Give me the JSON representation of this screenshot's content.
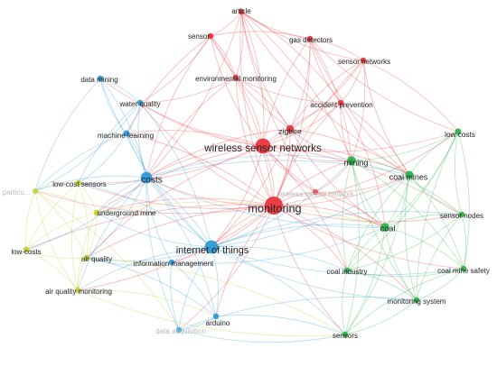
{
  "colors": {
    "red": "#e8363f",
    "blue": "#2e9ad6",
    "green": "#2fb34a",
    "yellow": "#c4cd2e"
  },
  "nodes": [
    {
      "id": "article",
      "label": "article",
      "cluster": "red",
      "weight": 1
    },
    {
      "id": "sensor",
      "label": "sensor",
      "cluster": "red",
      "weight": 1
    },
    {
      "id": "gas_detectors",
      "label": "gas detectors",
      "cluster": "red",
      "weight": 1
    },
    {
      "id": "environmental_monitoring",
      "label": "environmental monitoring",
      "cluster": "red",
      "weight": 1
    },
    {
      "id": "sensor_networks",
      "label": "sensor networks",
      "cluster": "red",
      "weight": 1
    },
    {
      "id": "accident_prevention",
      "label": "accident prevention",
      "cluster": "red",
      "weight": 1
    },
    {
      "id": "zigbee",
      "label": "zigbee",
      "cluster": "red",
      "weight": 1.4
    },
    {
      "id": "wsn",
      "label": "wireless sensor networks",
      "cluster": "red",
      "weight": 3
    },
    {
      "id": "wireless_sensor_network",
      "label": "wireless sensor network",
      "cluster": "red",
      "weight": 1,
      "faint": true
    },
    {
      "id": "monitoring",
      "label": "monitoring",
      "cluster": "red",
      "weight": 3.6
    },
    {
      "id": "data_mining",
      "label": "data mining",
      "cluster": "blue",
      "weight": 1
    },
    {
      "id": "water_quality",
      "label": "water quality",
      "cluster": "blue",
      "weight": 1
    },
    {
      "id": "machine_learning",
      "label": "machine learning",
      "cluster": "blue",
      "weight": 1.1
    },
    {
      "id": "costs",
      "label": "costs",
      "cluster": "blue",
      "weight": 2.2
    },
    {
      "id": "iot",
      "label": "internet of things",
      "cluster": "blue",
      "weight": 2.6
    },
    {
      "id": "information_management",
      "label": "information management",
      "cluster": "blue",
      "weight": 1
    },
    {
      "id": "arduino",
      "label": "arduino",
      "cluster": "blue",
      "weight": 1
    },
    {
      "id": "data_acquisition",
      "label": "data acquisition",
      "cluster": "blue",
      "weight": 1,
      "faint": true
    },
    {
      "id": "mining",
      "label": "mining",
      "cluster": "green",
      "weight": 1.6
    },
    {
      "id": "low_costs_g",
      "label": "low costs",
      "cluster": "green",
      "weight": 1.1
    },
    {
      "id": "coal_mines",
      "label": "coal mines",
      "cluster": "green",
      "weight": 1.5
    },
    {
      "id": "sensor_nodes",
      "label": "sensor nodes",
      "cluster": "green",
      "weight": 1
    },
    {
      "id": "coal",
      "label": "coal",
      "cluster": "green",
      "weight": 1.6
    },
    {
      "id": "coal_industry",
      "label": "coal industry",
      "cluster": "green",
      "weight": 1
    },
    {
      "id": "coal_mine_safety",
      "label": "coal mine safety",
      "cluster": "green",
      "weight": 1
    },
    {
      "id": "monitoring_system",
      "label": "monitoring system",
      "cluster": "green",
      "weight": 1
    },
    {
      "id": "sensors",
      "label": "sensors",
      "cluster": "green",
      "weight": 1
    },
    {
      "id": "low_cost_sensors",
      "label": "low-cost sensors",
      "cluster": "yellow",
      "weight": 1
    },
    {
      "id": "particulate",
      "label": "particu...",
      "cluster": "yellow",
      "weight": 1,
      "faint": true
    },
    {
      "id": "underground_mine",
      "label": "underground mine",
      "cluster": "yellow",
      "weight": 1
    },
    {
      "id": "low_costs_y",
      "label": "low-costs",
      "cluster": "yellow",
      "weight": 1
    },
    {
      "id": "air_quality",
      "label": "air quality",
      "cluster": "yellow",
      "weight": 1
    },
    {
      "id": "air_quality_monitoring",
      "label": "air quality monitoring",
      "cluster": "yellow",
      "weight": 1
    }
  ],
  "edges": [
    [
      "article",
      "sensor"
    ],
    [
      "article",
      "gas_detectors"
    ],
    [
      "article",
      "environmental_monitoring"
    ],
    [
      "article",
      "sensor_networks"
    ],
    [
      "article",
      "accident_prevention"
    ],
    [
      "article",
      "zigbee"
    ],
    [
      "article",
      "wsn"
    ],
    [
      "article",
      "monitoring"
    ],
    [
      "article",
      "mining"
    ],
    [
      "article",
      "coal_mines"
    ],
    [
      "article",
      "costs"
    ],
    [
      "article",
      "wireless_sensor_network"
    ],
    [
      "sensor",
      "environmental_monitoring"
    ],
    [
      "sensor",
      "wsn"
    ],
    [
      "sensor",
      "monitoring"
    ],
    [
      "sensor",
      "zigbee"
    ],
    [
      "sensor",
      "water_quality"
    ],
    [
      "sensor",
      "costs"
    ],
    [
      "sensor",
      "gas_detectors"
    ],
    [
      "sensor",
      "machine_learning"
    ],
    [
      "gas_detectors",
      "sensor_networks"
    ],
    [
      "gas_detectors",
      "accident_prevention"
    ],
    [
      "gas_detectors",
      "zigbee"
    ],
    [
      "gas_detectors",
      "wsn"
    ],
    [
      "gas_detectors",
      "monitoring"
    ],
    [
      "gas_detectors",
      "coal_mines"
    ],
    [
      "gas_detectors",
      "mining"
    ],
    [
      "gas_detectors",
      "low_costs_g"
    ],
    [
      "environmental_monitoring",
      "wsn"
    ],
    [
      "environmental_monitoring",
      "monitoring"
    ],
    [
      "environmental_monitoring",
      "zigbee"
    ],
    [
      "environmental_monitoring",
      "costs"
    ],
    [
      "environmental_monitoring",
      "water_quality"
    ],
    [
      "environmental_monitoring",
      "accident_prevention"
    ],
    [
      "sensor_networks",
      "accident_prevention"
    ],
    [
      "sensor_networks",
      "zigbee"
    ],
    [
      "sensor_networks",
      "wsn"
    ],
    [
      "sensor_networks",
      "monitoring"
    ],
    [
      "sensor_networks",
      "mining"
    ],
    [
      "sensor_networks",
      "coal_mines"
    ],
    [
      "sensor_networks",
      "low_costs_g"
    ],
    [
      "accident_prevention",
      "zigbee"
    ],
    [
      "accident_prevention",
      "wsn"
    ],
    [
      "accident_prevention",
      "monitoring"
    ],
    [
      "accident_prevention",
      "coal_mines"
    ],
    [
      "accident_prevention",
      "mining"
    ],
    [
      "accident_prevention",
      "coal"
    ],
    [
      "zigbee",
      "wsn"
    ],
    [
      "zigbee",
      "monitoring"
    ],
    [
      "zigbee",
      "mining"
    ],
    [
      "zigbee",
      "coal_mines"
    ],
    [
      "zigbee",
      "costs"
    ],
    [
      "zigbee",
      "iot"
    ],
    [
      "zigbee",
      "coal"
    ],
    [
      "wsn",
      "monitoring"
    ],
    [
      "wsn",
      "costs"
    ],
    [
      "wsn",
      "iot"
    ],
    [
      "wsn",
      "mining"
    ],
    [
      "wsn",
      "coal_mines"
    ],
    [
      "wsn",
      "coal"
    ],
    [
      "wsn",
      "water_quality"
    ],
    [
      "wsn",
      "machine_learning"
    ],
    [
      "wsn",
      "low_cost_sensors"
    ],
    [
      "wsn",
      "underground_mine"
    ],
    [
      "wsn",
      "sensor_nodes"
    ],
    [
      "wsn",
      "low_costs_g"
    ],
    [
      "wsn",
      "data_mining"
    ],
    [
      "wsn",
      "wireless_sensor_network"
    ],
    [
      "wsn",
      "coal_industry"
    ],
    [
      "wsn",
      "air_quality"
    ],
    [
      "monitoring",
      "costs"
    ],
    [
      "monitoring",
      "iot"
    ],
    [
      "monitoring",
      "mining"
    ],
    [
      "monitoring",
      "coal_mines"
    ],
    [
      "monitoring",
      "coal"
    ],
    [
      "monitoring",
      "sensor_nodes"
    ],
    [
      "monitoring",
      "coal_industry"
    ],
    [
      "monitoring",
      "coal_mine_safety"
    ],
    [
      "monitoring",
      "monitoring_system"
    ],
    [
      "monitoring",
      "sensors"
    ],
    [
      "monitoring",
      "information_management"
    ],
    [
      "monitoring",
      "arduino"
    ],
    [
      "monitoring",
      "data_acquisition"
    ],
    [
      "monitoring",
      "underground_mine"
    ],
    [
      "monitoring",
      "low_cost_sensors"
    ],
    [
      "monitoring",
      "air_quality"
    ],
    [
      "monitoring",
      "air_quality_monitoring"
    ],
    [
      "monitoring",
      "low_costs_y"
    ],
    [
      "monitoring",
      "particulate"
    ],
    [
      "monitoring",
      "machine_learning"
    ],
    [
      "monitoring",
      "water_quality"
    ],
    [
      "monitoring",
      "low_costs_g"
    ],
    [
      "monitoring",
      "wireless_sensor_network"
    ],
    [
      "wireless_sensor_network",
      "coal_mines"
    ],
    [
      "wireless_sensor_network",
      "coal"
    ],
    [
      "wireless_sensor_network",
      "mining"
    ],
    [
      "data_mining",
      "water_quality"
    ],
    [
      "data_mining",
      "machine_learning"
    ],
    [
      "data_mining",
      "costs"
    ],
    [
      "data_mining",
      "iot"
    ],
    [
      "water_quality",
      "machine_learning"
    ],
    [
      "water_quality",
      "costs"
    ],
    [
      "water_quality",
      "iot"
    ],
    [
      "water_quality",
      "low_cost_sensors"
    ],
    [
      "machine_learning",
      "costs"
    ],
    [
      "machine_learning",
      "iot"
    ],
    [
      "machine_learning",
      "low_cost_sensors"
    ],
    [
      "machine_learning",
      "particulate"
    ],
    [
      "costs",
      "iot"
    ],
    [
      "costs",
      "information_management"
    ],
    [
      "costs",
      "low_cost_sensors"
    ],
    [
      "costs",
      "underground_mine"
    ],
    [
      "costs",
      "air_quality"
    ],
    [
      "costs",
      "particulate"
    ],
    [
      "costs",
      "low_costs_y"
    ],
    [
      "costs",
      "air_quality_monitoring"
    ],
    [
      "costs",
      "arduino"
    ],
    [
      "costs",
      "data_acquisition"
    ],
    [
      "costs",
      "mining"
    ],
    [
      "costs",
      "coal"
    ],
    [
      "costs",
      "coal_mines"
    ],
    [
      "iot",
      "information_management"
    ],
    [
      "iot",
      "arduino"
    ],
    [
      "iot",
      "data_acquisition"
    ],
    [
      "iot",
      "air_quality"
    ],
    [
      "iot",
      "air_quality_monitoring"
    ],
    [
      "iot",
      "underground_mine"
    ],
    [
      "iot",
      "low_cost_sensors"
    ],
    [
      "iot",
      "coal"
    ],
    [
      "iot",
      "coal_mines"
    ],
    [
      "iot",
      "coal_industry"
    ],
    [
      "iot",
      "monitoring_system"
    ],
    [
      "iot",
      "sensors"
    ],
    [
      "iot",
      "coal_mine_safety"
    ],
    [
      "iot",
      "sensor_nodes"
    ],
    [
      "iot",
      "mining"
    ],
    [
      "information_management",
      "arduino"
    ],
    [
      "information_management",
      "data_acquisition"
    ],
    [
      "information_management",
      "air_quality"
    ],
    [
      "information_management",
      "coal"
    ],
    [
      "arduino",
      "data_acquisition"
    ],
    [
      "arduino",
      "air_quality"
    ],
    [
      "arduino",
      "sensors"
    ],
    [
      "data_acquisition",
      "sensors"
    ],
    [
      "data_acquisition",
      "monitoring_system"
    ],
    [
      "mining",
      "low_costs_g"
    ],
    [
      "mining",
      "coal_mines"
    ],
    [
      "mining",
      "coal"
    ],
    [
      "mining",
      "sensor_nodes"
    ],
    [
      "mining",
      "coal_industry"
    ],
    [
      "mining",
      "coal_mine_safety"
    ],
    [
      "mining",
      "monitoring_system"
    ],
    [
      "mining",
      "sensors"
    ],
    [
      "low_costs_g",
      "coal_mines"
    ],
    [
      "low_costs_g",
      "coal"
    ],
    [
      "low_costs_g",
      "sensor_nodes"
    ],
    [
      "low_costs_g",
      "coal_mine_safety"
    ],
    [
      "low_costs_g",
      "monitoring_system"
    ],
    [
      "low_costs_g",
      "coal_industry"
    ],
    [
      "coal_mines",
      "sensor_nodes"
    ],
    [
      "coal_mines",
      "coal"
    ],
    [
      "coal_mines",
      "coal_industry"
    ],
    [
      "coal_mines",
      "coal_mine_safety"
    ],
    [
      "coal_mines",
      "monitoring_system"
    ],
    [
      "coal_mines",
      "sensors"
    ],
    [
      "sensor_nodes",
      "coal"
    ],
    [
      "sensor_nodes",
      "coal_mine_safety"
    ],
    [
      "sensor_nodes",
      "monitoring_system"
    ],
    [
      "sensor_nodes",
      "coal_industry"
    ],
    [
      "coal",
      "coal_industry"
    ],
    [
      "coal",
      "coal_mine_safety"
    ],
    [
      "coal",
      "monitoring_system"
    ],
    [
      "coal",
      "sensors"
    ],
    [
      "coal_industry",
      "coal_mine_safety"
    ],
    [
      "coal_industry",
      "monitoring_system"
    ],
    [
      "coal_industry",
      "sensors"
    ],
    [
      "coal_mine_safety",
      "monitoring_system"
    ],
    [
      "coal_mine_safety",
      "sensors"
    ],
    [
      "monitoring_system",
      "sensors"
    ],
    [
      "low_cost_sensors",
      "particulate"
    ],
    [
      "low_cost_sensors",
      "underground_mine"
    ],
    [
      "low_cost_sensors",
      "low_costs_y"
    ],
    [
      "low_cost_sensors",
      "air_quality"
    ],
    [
      "low_cost_sensors",
      "air_quality_monitoring"
    ],
    [
      "particulate",
      "underground_mine"
    ],
    [
      "particulate",
      "low_costs_y"
    ],
    [
      "particulate",
      "air_quality"
    ],
    [
      "particulate",
      "air_quality_monitoring"
    ],
    [
      "particulate",
      "data_acquisition"
    ],
    [
      "underground_mine",
      "low_costs_y"
    ],
    [
      "underground_mine",
      "air_quality"
    ],
    [
      "underground_mine",
      "air_quality_monitoring"
    ],
    [
      "underground_mine",
      "coal"
    ],
    [
      "low_costs_y",
      "air_quality"
    ],
    [
      "low_costs_y",
      "air_quality_monitoring"
    ],
    [
      "air_quality",
      "air_quality_monitoring"
    ],
    [
      "air_quality",
      "sensors"
    ],
    [
      "air_quality_monitoring",
      "sensors"
    ],
    [
      "air_quality_monitoring",
      "arduino"
    ],
    [
      "data_mining",
      "particulate"
    ],
    [
      "water_quality",
      "particulate"
    ]
  ]
}
